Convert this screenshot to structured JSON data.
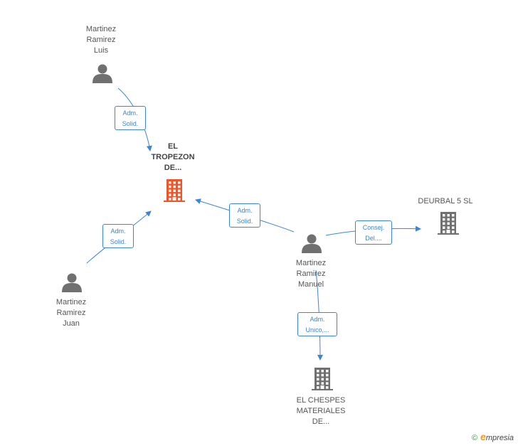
{
  "nodes": {
    "luis": {
      "label": "Martinez\nRamirez\nLuis",
      "type": "person"
    },
    "juan": {
      "label": "Martinez\nRamirez\nJuan",
      "type": "person"
    },
    "manuel": {
      "label": "Martinez\nRamirez\nManuel",
      "type": "person"
    },
    "tropezon": {
      "label": "EL\nTROPEZON\nDE...",
      "type": "company-main"
    },
    "deurbal": {
      "label": "DEURBAL 5 SL",
      "type": "company"
    },
    "chespes": {
      "label": "EL CHESPES\nMATERIALES\nDE...",
      "type": "company"
    }
  },
  "edges": [
    {
      "from": "luis",
      "to": "tropezon",
      "label": "Adm.\nSolid."
    },
    {
      "from": "juan",
      "to": "tropezon",
      "label": "Adm.\nSolid."
    },
    {
      "from": "manuel",
      "to": "tropezon",
      "label": "Adm.\nSolid."
    },
    {
      "from": "manuel",
      "to": "deurbal",
      "label": "Consej.\nDel...."
    },
    {
      "from": "manuel",
      "to": "chespes",
      "label": "Adm.\nUnico,..."
    }
  ],
  "colors": {
    "edge": "#3d85d6",
    "person_icon": "#707070",
    "company_icon": "#707070",
    "main_company_icon": "#f0552a"
  },
  "icons": {
    "person": "person-icon",
    "company": "building-icon"
  },
  "brand": {
    "copyright": "©",
    "e": "e",
    "name": "mpresia"
  }
}
